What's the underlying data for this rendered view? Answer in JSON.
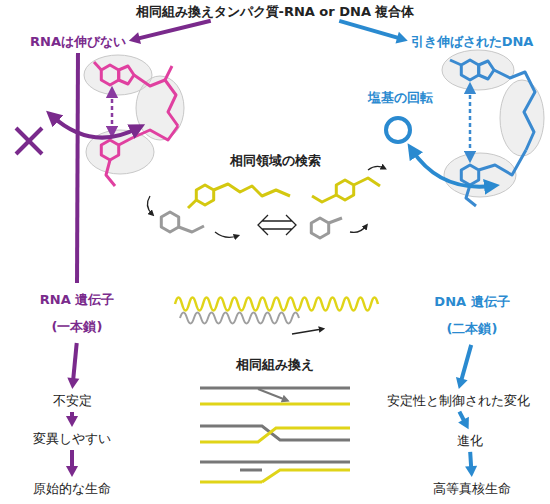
{
  "diagram": {
    "nodes": [
      {
        "text": [
          "相同組み換えタンパク質-RNA or DNA 複合体"
        ]
      },
      {
        "text": [
          "RNAは伸びない"
        ]
      },
      {
        "text": [
          "引き伸ばされたDNA"
        ]
      },
      {
        "text": [
          "RNA 遺伝子 (一本鎖)"
        ]
      },
      {
        "text": [
          "DNA 遺伝子 (二本鎖)"
        ]
      },
      {
        "text": [
          "不安定"
        ]
      },
      {
        "text": [
          "変異しやすい"
        ]
      },
      {
        "text": [
          "原始的な生命"
        ]
      },
      {
        "text": [
          "安定性と制御された変化"
        ]
      },
      {
        "text": [
          "進化"
        ]
      },
      {
        "text": [
          "高等真核生命"
        ]
      }
    ],
    "edges": [
      {
        "from": 0,
        "to": 1,
        "arrow": "to"
      },
      {
        "from": 0,
        "to": 2,
        "arrow": "to"
      },
      {
        "from": 1,
        "to": 3,
        "arrow": "none"
      },
      {
        "from": 3,
        "to": 5,
        "arrow": "to"
      },
      {
        "from": 5,
        "to": 6,
        "arrow": "to"
      },
      {
        "from": 6,
        "to": 7,
        "arrow": "to"
      },
      {
        "from": 4,
        "to": 8,
        "arrow": "to"
      },
      {
        "from": 8,
        "to": 9,
        "arrow": "to"
      },
      {
        "from": 9,
        "to": 10,
        "arrow": "to"
      }
    ],
    "labels": [
      "塩基の回転",
      "相同領域の検索",
      "相同組み換え"
    ]
  }
}
